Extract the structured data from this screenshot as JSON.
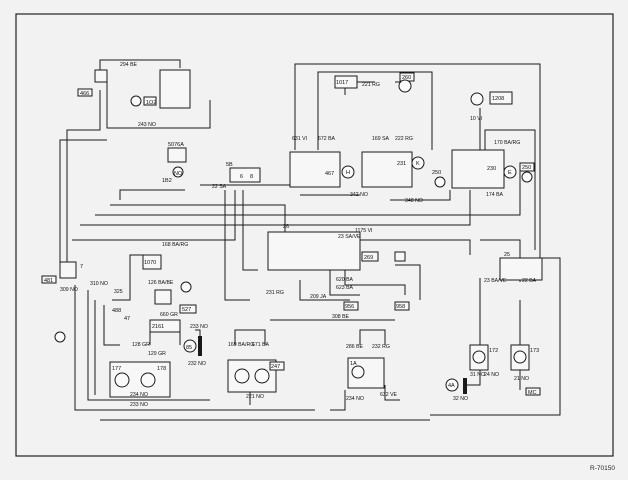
{
  "diagram": {
    "reference": "R-70150",
    "wire_labels": {
      "w294be": "294 BE",
      "w243no": "243 NO",
      "w22sa": "22 SA",
      "w309no": "309 NO",
      "w310no": "310 NO",
      "w325": "325",
      "w631vi": "631 VI",
      "w672ba": "672 BA",
      "w221rg": "221 RG",
      "w169sa": "169 SA",
      "w222rg": "222 RG",
      "w10vi": "10 VI",
      "w170barg": "170 BA/RG",
      "w174ba": "174 BA",
      "w342no": "342 NO",
      "w348no": "348 NO",
      "w23savi": "23 SA/VE",
      "w1175vi": "1175 VI",
      "w620ba": "620 BA",
      "w623ba": "623 BA",
      "w209ja": "209 JA",
      "w231rg": "231 RG",
      "w308be": "308 BE",
      "w168barg": "168 BA/RG",
      "w126babe": "126 BA/BE",
      "w660gr": "660 GR",
      "w128gr": "128 GR",
      "w129gr": "129 GR",
      "w233no": "233 NO",
      "w232no": "232 NO",
      "w234no": "234 NO",
      "w233no2": "233 NO",
      "w169barg": "169 BA/RG",
      "w671ba": "671 BA",
      "w221no": "221 NO",
      "w286be": "286 BE",
      "w232rg": "232 RG",
      "w234no2": "234 NO",
      "w632ve": "632 VE",
      "w23bave": "23 BA/VE",
      "w22ba": "22 BA",
      "w31no": "31 NO",
      "w24no": "24 NO",
      "w21no": "21 NO",
      "w32no": "32 NO"
    },
    "component_tags": {
      "c466": "466",
      "c481": "481",
      "c1ol": "1O2",
      "c5076a": "5076A",
      "c1b2": "1B2",
      "c5b": "5B",
      "c6": "6",
      "c8": "8",
      "c7": "7",
      "c47": "47",
      "c1017": "1017",
      "c260": "260",
      "c1208": "1208",
      "c467": "467",
      "c231": "231",
      "c230": "230",
      "c250": "250",
      "c250b": "250",
      "c269": "269",
      "c26": "26",
      "c527": "527",
      "c956": "956",
      "c958": "958",
      "c1070": "1070",
      "c2161": "2161",
      "c85": "85",
      "c177": "177",
      "c178": "178",
      "c247": "247",
      "c1a": "1A",
      "c172": "172",
      "c173": "173",
      "c25": "25",
      "c488": "488",
      "c4a": "4A",
      "cmc": "MC",
      "cnd": "NO",
      "ch": "H",
      "ck": "K",
      "ce": "E"
    }
  }
}
